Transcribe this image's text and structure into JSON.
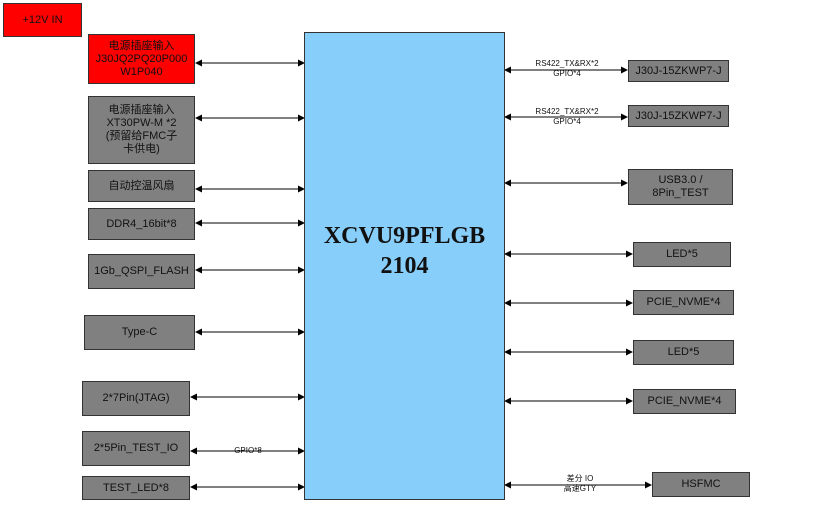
{
  "chip": {
    "label": "XCVU9PFLGB\n2104"
  },
  "power_label": "+12V IN",
  "left_blocks": [
    {
      "id": "power-socket-1",
      "label": "电源插座输入\nJ30JQ2PQ20P000\nW1P040",
      "color": "red"
    },
    {
      "id": "power-socket-2",
      "label": "电源插座输入\nXT30PW-M *2\n(预留给FMC子\n卡供电)",
      "color": "gray"
    },
    {
      "id": "fan",
      "label": "自动控温风扇",
      "color": "gray"
    },
    {
      "id": "ddr4",
      "label": "DDR4_16bit*8",
      "color": "gray"
    },
    {
      "id": "qspi-flash",
      "label": "1Gb_QSPI_FLASH",
      "color": "gray"
    },
    {
      "id": "type-c",
      "label": "Type-C",
      "color": "gray"
    },
    {
      "id": "jtag",
      "label": "2*7Pin(JTAG)",
      "color": "gray"
    },
    {
      "id": "test-io",
      "label": "2*5Pin_TEST_IO",
      "color": "gray"
    },
    {
      "id": "test-led",
      "label": "TEST_LED*8",
      "color": "gray"
    }
  ],
  "right_blocks": [
    {
      "id": "j30j-1",
      "label": "J30J-15ZKWP7-J",
      "color": "gray"
    },
    {
      "id": "j30j-2",
      "label": "J30J-15ZKWP7-J",
      "color": "gray"
    },
    {
      "id": "usb-test",
      "label": "USB3.0 /\n8Pin_TEST",
      "color": "gray"
    },
    {
      "id": "led-1",
      "label": "LED*5",
      "color": "gray"
    },
    {
      "id": "pcie-1",
      "label": "PCIE_NVME*4",
      "color": "gray"
    },
    {
      "id": "led-2",
      "label": "LED*5",
      "color": "gray"
    },
    {
      "id": "pcie-2",
      "label": "PCIE_NVME*4",
      "color": "gray"
    },
    {
      "id": "hsfmc",
      "label": "HSFMC",
      "color": "gray"
    }
  ],
  "link_labels": {
    "j30j_1": "RS422_TX&RX*2\nGPIO*4",
    "j30j_2": "RS422_TX&RX*2\nGPIO*4",
    "test_io": "GPIO*8",
    "hsfmc": "差分 IO\n高速GTY"
  },
  "colors": {
    "red": "#ff0000",
    "gray": "#808080",
    "chip": "#87cefa",
    "wire": "#000000"
  }
}
